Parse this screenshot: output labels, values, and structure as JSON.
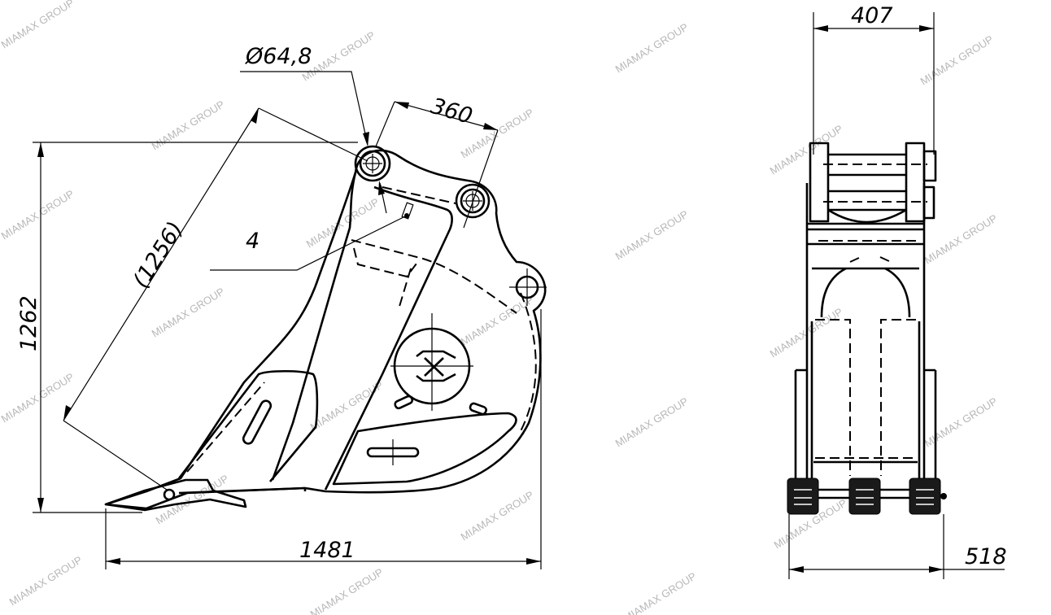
{
  "drawing": {
    "side_view": {
      "pin_diameter": "Ø64,8",
      "pin_spacing": "360",
      "reach": "(1256)",
      "item_number": "4",
      "height": "1262",
      "length": "1481"
    },
    "front_view": {
      "top_width": "407",
      "bottom_width": "518"
    },
    "watermark": "MIAMAX GROUP"
  }
}
